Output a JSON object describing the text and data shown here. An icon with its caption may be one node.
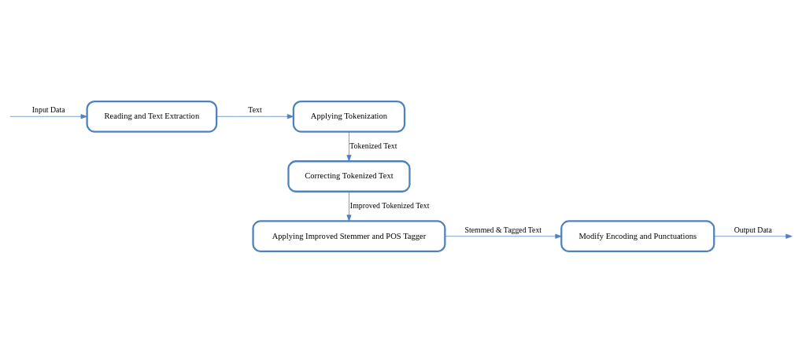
{
  "diagram": {
    "nodes": [
      {
        "text": [
          "Reading and Text Extraction"
        ]
      },
      {
        "text": [
          "Applying Tokenization"
        ]
      },
      {
        "text": [
          "Correcting Tokenized Text"
        ]
      },
      {
        "text": [
          "Applying Improved Stemmer and POS Tagger"
        ]
      },
      {
        "text": [
          "Modify Encoding and Punctuations"
        ]
      }
    ],
    "edges": [
      {
        "from": null,
        "to": 0,
        "arrow": "to",
        "label": "Input Data"
      },
      {
        "from": 0,
        "to": 1,
        "arrow": "to",
        "label": "Text"
      },
      {
        "from": 1,
        "to": 2,
        "arrow": "to",
        "label": "Tokenized Text"
      },
      {
        "from": 2,
        "to": 3,
        "arrow": "to",
        "label": "Improved Tokenized Text"
      },
      {
        "from": 3,
        "to": 4,
        "arrow": "to",
        "label": "Stemmed & Tagged Text"
      },
      {
        "from": 4,
        "to": null,
        "arrow": "to",
        "label": "Output Data"
      }
    ]
  }
}
